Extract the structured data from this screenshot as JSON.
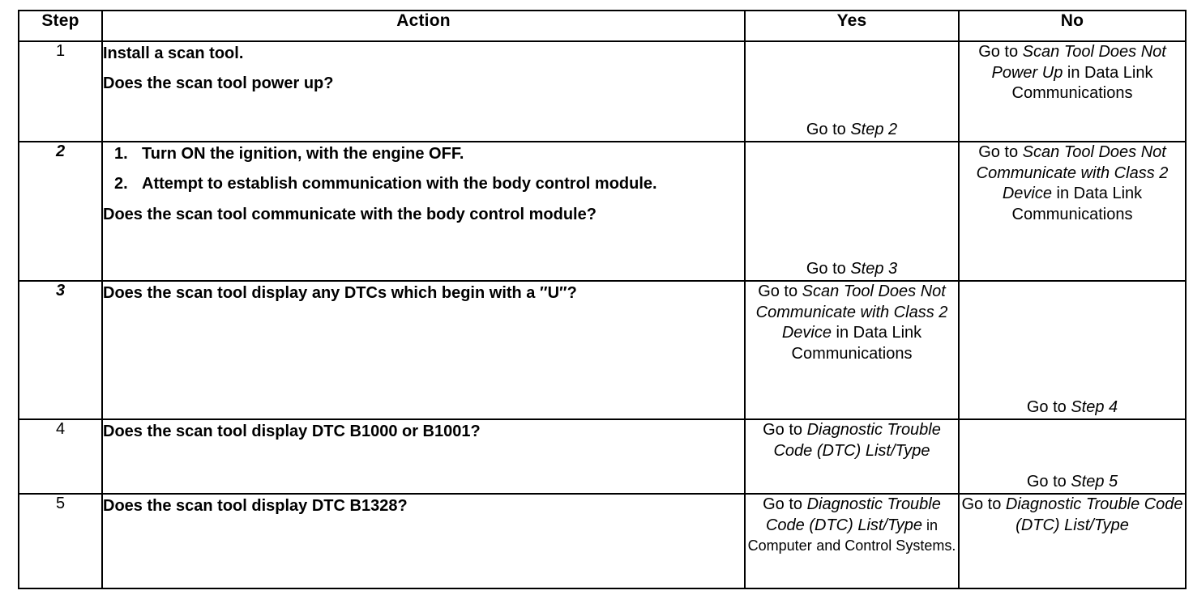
{
  "table": {
    "headers": {
      "step": "Step",
      "action": "Action",
      "yes": "Yes",
      "no": "No"
    },
    "rows": [
      {
        "step": "1",
        "step_italic": false,
        "action_lines": [
          "Install a scan tool.",
          "Does the scan tool power up?"
        ],
        "numbered": [],
        "yes": {
          "prefix": "Go to ",
          "italic": "Step 2",
          "suffix": "",
          "tail": ""
        },
        "no": {
          "prefix": "Go to ",
          "italic": "Scan Tool Does Not Power Up",
          "suffix": " in Data Link Communications",
          "tail": ""
        }
      },
      {
        "step": "2",
        "step_italic": true,
        "action_lines": [
          "Does the scan tool communicate with the body control module?"
        ],
        "numbered": [
          "Turn ON the ignition, with the engine OFF.",
          "Attempt to establish communication with the body control module."
        ],
        "yes": {
          "prefix": "Go to ",
          "italic": "Step 3",
          "suffix": "",
          "tail": ""
        },
        "no": {
          "prefix": "Go to ",
          "italic": "Scan Tool Does Not Communicate with Class 2 Device",
          "suffix": " in Data Link Communications",
          "tail": ""
        }
      },
      {
        "step": "3",
        "step_italic": true,
        "action_lines": [
          "Does the scan tool display any DTCs which begin with a ″U″?"
        ],
        "numbered": [],
        "yes": {
          "prefix": "Go to ",
          "italic": "Scan Tool Does Not Communicate with Class 2 Device",
          "suffix": " in Data Link Communications",
          "tail": ""
        },
        "no": {
          "prefix": "Go to ",
          "italic": "Step 4",
          "suffix": "",
          "tail": ""
        }
      },
      {
        "step": "4",
        "step_italic": false,
        "action_lines": [
          "Does the scan tool display DTC B1000 or B1001?"
        ],
        "numbered": [],
        "yes": {
          "prefix": "Go to ",
          "italic": "Diagnostic Trouble Code (DTC) List/Type",
          "suffix": "",
          "tail": ""
        },
        "no": {
          "prefix": "Go to ",
          "italic": "Step 5",
          "suffix": "",
          "tail": ""
        }
      },
      {
        "step": "5",
        "step_italic": false,
        "action_lines": [
          "Does the scan tool display DTC B1328?"
        ],
        "numbered": [],
        "yes": {
          "prefix": "Go to ",
          "italic": "Diagnostic Trouble Code (DTC) List/Type",
          "suffix": " in Computer",
          "tail": "and Control Systems."
        },
        "no": {
          "prefix": "Go to ",
          "italic": "Diagnostic Trouble Code (DTC) List/Type",
          "suffix": "",
          "tail": ""
        }
      }
    ]
  }
}
